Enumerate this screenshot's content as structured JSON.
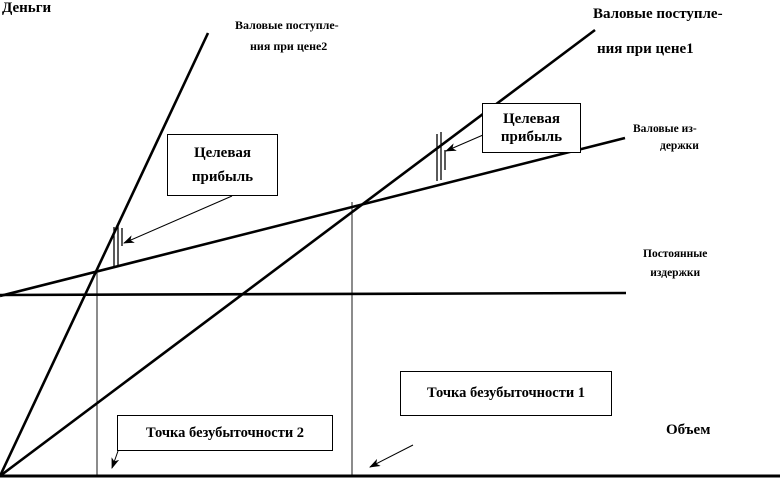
{
  "axes": {
    "y_label": "Деньги",
    "x_label": "Объем"
  },
  "lines": {
    "revenue_price2": [
      "Валовые поступле-",
      "ния при цене2"
    ],
    "revenue_price1": [
      "Валовые поступле-",
      "ния при цене1"
    ],
    "total_costs": [
      "Валовые из-",
      "держки"
    ],
    "fixed_costs": [
      "Постоянные",
      "издержки"
    ]
  },
  "boxes": {
    "target_profit_left": [
      "Целевая",
      "прибыль"
    ],
    "target_profit_right": [
      "Целевая",
      "прибыль"
    ],
    "break_even_1": "Точка безубыточности 1",
    "break_even_2": "Точка безубыточности 2"
  },
  "colors": {
    "ink": "#000000",
    "paper": "#ffffff"
  }
}
